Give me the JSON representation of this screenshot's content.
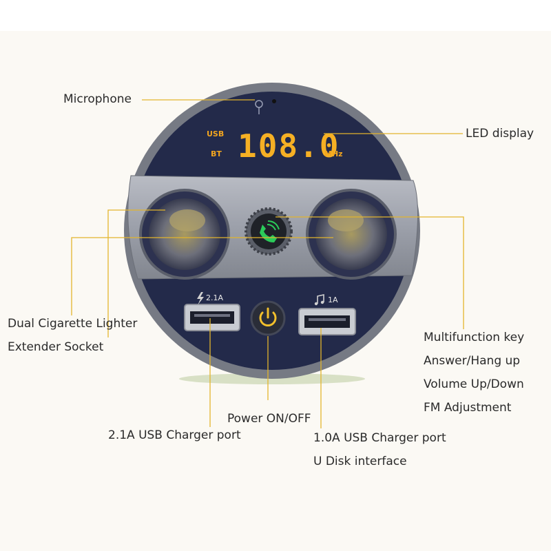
{
  "display": {
    "usb": "USB",
    "bt": "BT",
    "frequency": "108.0",
    "unit": "MHz"
  },
  "ports": {
    "left_rating": "2.1A",
    "right_rating": "1A"
  },
  "labels": {
    "microphone": "Microphone",
    "led_display": "LED display",
    "dual_socket_line1": "Dual Cigarette Lighter",
    "dual_socket_line2": "Extender Socket",
    "multifunction_line1": "Multifunction key",
    "multifunction_line2": "Answer/Hang up",
    "multifunction_line3": "Volume Up/Down",
    "multifunction_line4": "FM Adjustment",
    "power": "Power ON/OFF",
    "usb_21": "2.1A USB Charger port",
    "usb_10_line1": "1.0A USB Charger port",
    "usb_10_line2": "U Disk interface"
  },
  "colors": {
    "leader_line": "#e3b52c",
    "device_body": "#232a4a",
    "bezel": "#767a84",
    "display_digits": "#f6b024",
    "multifunction_icon": "#2bcb5a",
    "power_icon": "#f3c02c"
  }
}
